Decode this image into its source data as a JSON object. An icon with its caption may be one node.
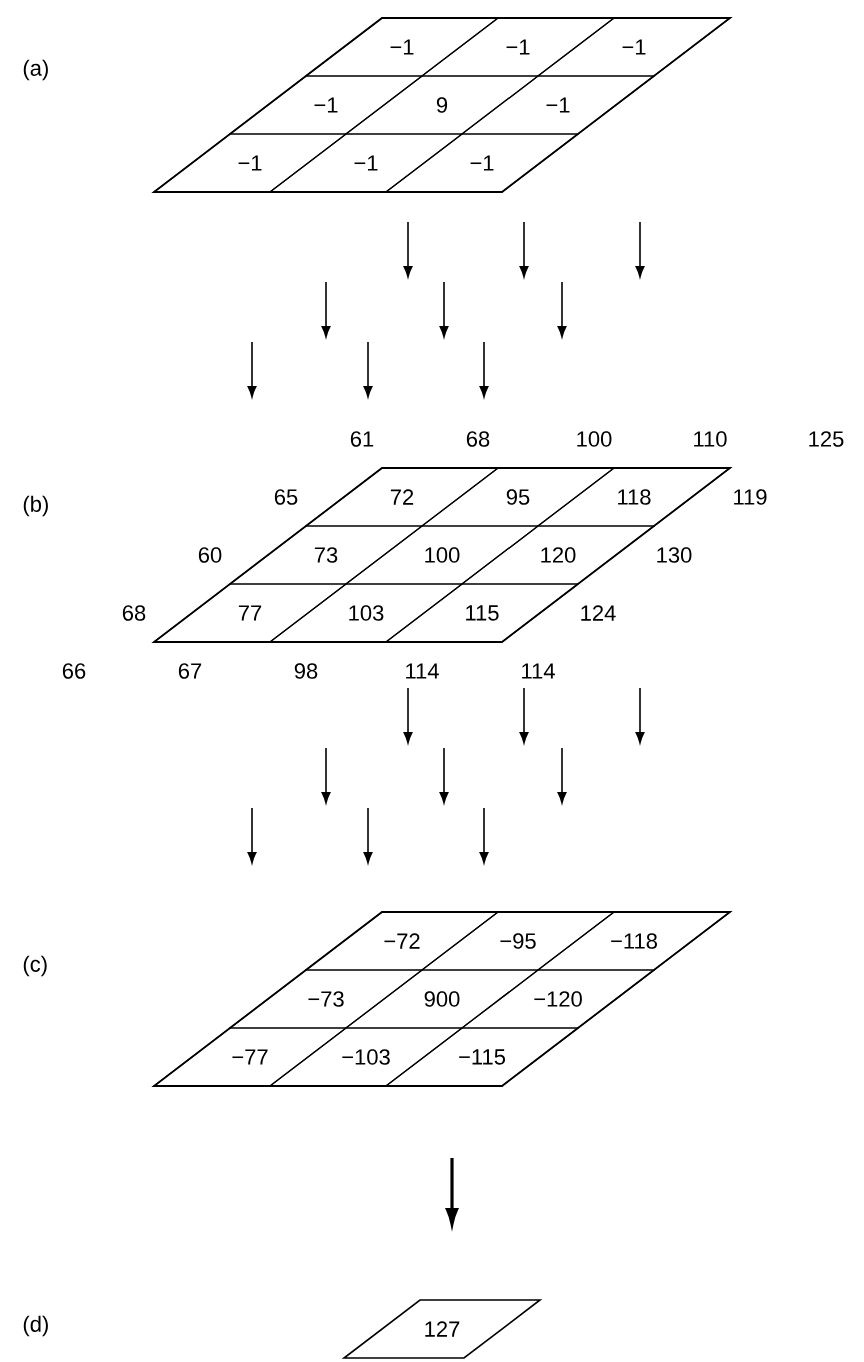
{
  "diagram": {
    "nodes": [
      {
        "text": [],
        "shape": "box"
      },
      {
        "text": [
          "−1"
        ],
        "in": 0
      },
      {
        "text": [
          "−1"
        ],
        "in": 0
      },
      {
        "text": [
          "−1"
        ],
        "in": 0
      },
      {
        "text": [
          "−1"
        ],
        "in": 0
      },
      {
        "text": [
          "9"
        ],
        "in": 0
      },
      {
        "text": [
          "−1"
        ],
        "in": 0
      },
      {
        "text": [
          "−1"
        ],
        "in": 0
      },
      {
        "text": [
          "−1"
        ],
        "in": 0
      },
      {
        "text": [
          "−1"
        ],
        "in": 0
      },
      {
        "text": [],
        "shape": "box"
      },
      {
        "text": [
          "72"
        ],
        "in": 10
      },
      {
        "text": [
          "95"
        ],
        "in": 10
      },
      {
        "text": [
          "118"
        ],
        "in": 10
      },
      {
        "text": [
          "73"
        ],
        "in": 10
      },
      {
        "text": [
          "100"
        ],
        "in": 10
      },
      {
        "text": [
          "120"
        ],
        "in": 10
      },
      {
        "text": [
          "77"
        ],
        "in": 10
      },
      {
        "text": [
          "103"
        ],
        "in": 10
      },
      {
        "text": [
          "115"
        ],
        "in": 10
      },
      {
        "text": [],
        "shape": "box"
      },
      {
        "text": [
          "−72"
        ],
        "in": 20
      },
      {
        "text": [
          "−95"
        ],
        "in": 20
      },
      {
        "text": [
          "−118"
        ],
        "in": 20
      },
      {
        "text": [
          "−73"
        ],
        "in": 20
      },
      {
        "text": [
          "900"
        ],
        "in": 20
      },
      {
        "text": [
          "−120"
        ],
        "in": 20
      },
      {
        "text": [
          "−77"
        ],
        "in": 20
      },
      {
        "text": [
          "−103"
        ],
        "in": 20
      },
      {
        "text": [
          "−115"
        ],
        "in": 20
      },
      {
        "text": [
          "127"
        ]
      }
    ],
    "labels": [
      "(a)",
      "61",
      "68",
      "100",
      "110",
      "125",
      "(b)",
      "65",
      "119",
      "60",
      "130",
      "68",
      "124",
      "66",
      "67",
      "98",
      "114",
      "114",
      "(c)",
      "(d)"
    ]
  }
}
